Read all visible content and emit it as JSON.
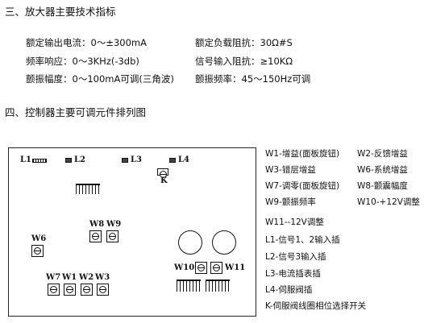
{
  "section3": {
    "title": "三、放大器主要技术指标",
    "specs": [
      "额定输出电流：0～±300mA",
      "额定负载阻抗：30Ω#S",
      "频率响应：0～3KHz(-3db)",
      "信号输入阻抗：≥10KΩ",
      "颤振幅度：0～100mA可调(三角波)",
      "颤振频率：45～150Hz可调"
    ]
  },
  "section4": {
    "title": "四、控制器主要可调元件排列图"
  },
  "board": {
    "L1": "L1",
    "L2": "L2",
    "L3": "L3",
    "L4": "L4",
    "K": "K",
    "W1": "W1",
    "W2": "W2",
    "W3": "W3",
    "W6": "W6",
    "W7": "W7",
    "W8": "W8",
    "W9": "W9",
    "W10": "W10",
    "W11": "W11"
  },
  "legend": {
    "rows": [
      [
        "W1-增益(面板旋钮)",
        "W2-反馈增益"
      ],
      [
        "W3-错层增益",
        "W6-系统增益"
      ],
      [
        "W7-调零(面板旋钮)",
        "W8-颤震幅度"
      ],
      [
        "W9-颤振频率",
        "W10-+12V调整"
      ]
    ],
    "single": [
      "W11--12V调整",
      "L1-信号1、2输入插",
      "L2-信号3输入插",
      "L3-电流插表插",
      "L4-伺服阀插",
      "K-伺服阀线圈相位选择开关"
    ]
  }
}
